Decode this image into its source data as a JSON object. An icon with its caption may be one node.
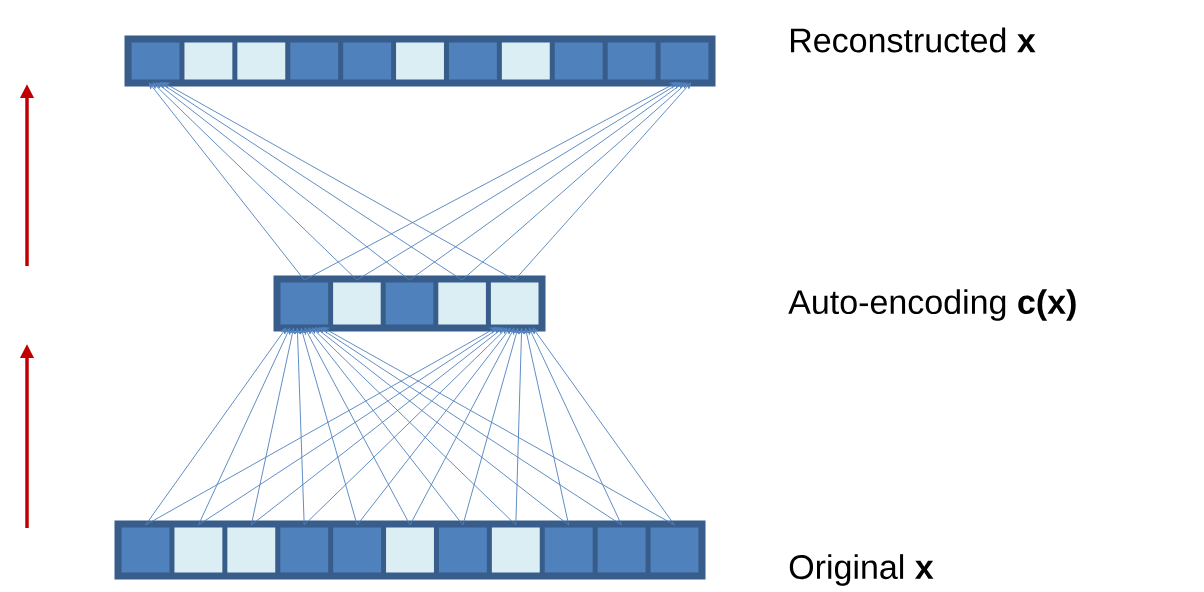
{
  "diagram": {
    "nodes": [
      {
        "text": [],
        "shape": "bar"
      },
      {
        "text": [],
        "shape": "box",
        "in": 0
      },
      {
        "text": [],
        "shape": "box",
        "in": 0
      },
      {
        "text": [],
        "shape": "box",
        "in": 0
      },
      {
        "text": [],
        "shape": "box",
        "in": 0
      },
      {
        "text": [],
        "shape": "box",
        "in": 0
      },
      {
        "text": [],
        "shape": "box",
        "in": 0
      },
      {
        "text": [],
        "shape": "box",
        "in": 0
      },
      {
        "text": [],
        "shape": "box",
        "in": 0
      },
      {
        "text": [],
        "shape": "box",
        "in": 0
      },
      {
        "text": [],
        "shape": "box",
        "in": 0
      },
      {
        "text": [],
        "shape": "box",
        "in": 0
      },
      {
        "text": [],
        "shape": "bar"
      },
      {
        "text": [],
        "shape": "box",
        "in": 12
      },
      {
        "text": [],
        "shape": "box",
        "in": 12
      },
      {
        "text": [],
        "shape": "box",
        "in": 12
      },
      {
        "text": [],
        "shape": "box",
        "in": 12
      },
      {
        "text": [],
        "shape": "box",
        "in": 12
      },
      {
        "text": [],
        "shape": "bar"
      },
      {
        "text": [],
        "shape": "box",
        "in": 18
      },
      {
        "text": [],
        "shape": "box",
        "in": 18
      },
      {
        "text": [],
        "shape": "box",
        "in": 18
      },
      {
        "text": [],
        "shape": "box",
        "in": 18
      },
      {
        "text": [],
        "shape": "box",
        "in": 18
      },
      {
        "text": [],
        "shape": "box",
        "in": 18
      },
      {
        "text": [],
        "shape": "box",
        "in": 18
      },
      {
        "text": [],
        "shape": "box",
        "in": 18
      },
      {
        "text": [],
        "shape": "box",
        "in": 18
      },
      {
        "text": [],
        "shape": "box",
        "in": 18
      },
      {
        "text": [],
        "shape": "box",
        "in": 18
      }
    ],
    "edges": [
      {
        "from": 19,
        "to": 13,
        "arrow": "to"
      },
      {
        "from": 19,
        "to": 17,
        "arrow": "to"
      },
      {
        "from": 20,
        "to": 13,
        "arrow": "to"
      },
      {
        "from": 20,
        "to": 17,
        "arrow": "to"
      },
      {
        "from": 21,
        "to": 13,
        "arrow": "to"
      },
      {
        "from": 21,
        "to": 17,
        "arrow": "to"
      },
      {
        "from": 22,
        "to": 13,
        "arrow": "to"
      },
      {
        "from": 22,
        "to": 17,
        "arrow": "to"
      },
      {
        "from": 23,
        "to": 13,
        "arrow": "to"
      },
      {
        "from": 23,
        "to": 17,
        "arrow": "to"
      },
      {
        "from": 24,
        "to": 13,
        "arrow": "to"
      },
      {
        "from": 24,
        "to": 17,
        "arrow": "to"
      },
      {
        "from": 25,
        "to": 13,
        "arrow": "to"
      },
      {
        "from": 25,
        "to": 17,
        "arrow": "to"
      },
      {
        "from": 26,
        "to": 13,
        "arrow": "to"
      },
      {
        "from": 26,
        "to": 17,
        "arrow": "to"
      },
      {
        "from": 27,
        "to": 13,
        "arrow": "to"
      },
      {
        "from": 27,
        "to": 17,
        "arrow": "to"
      },
      {
        "from": 28,
        "to": 13,
        "arrow": "to"
      },
      {
        "from": 28,
        "to": 17,
        "arrow": "to"
      },
      {
        "from": 29,
        "to": 13,
        "arrow": "to"
      },
      {
        "from": 29,
        "to": 17,
        "arrow": "to"
      },
      {
        "from": 13,
        "to": 1,
        "arrow": "to"
      },
      {
        "from": 13,
        "to": 11,
        "arrow": "to"
      },
      {
        "from": 14,
        "to": 1,
        "arrow": "to"
      },
      {
        "from": 14,
        "to": 11,
        "arrow": "to"
      },
      {
        "from": 15,
        "to": 1,
        "arrow": "to"
      },
      {
        "from": 15,
        "to": 11,
        "arrow": "to"
      },
      {
        "from": 16,
        "to": 1,
        "arrow": "to"
      },
      {
        "from": 16,
        "to": 11,
        "arrow": "to"
      },
      {
        "from": 17,
        "to": 1,
        "arrow": "to"
      },
      {
        "from": 17,
        "to": 11,
        "arrow": "to"
      }
    ],
    "labels": [
      "Reconstructed **x**",
      "Auto-encoding **c(x)**",
      "Original **x**"
    ]
  }
}
